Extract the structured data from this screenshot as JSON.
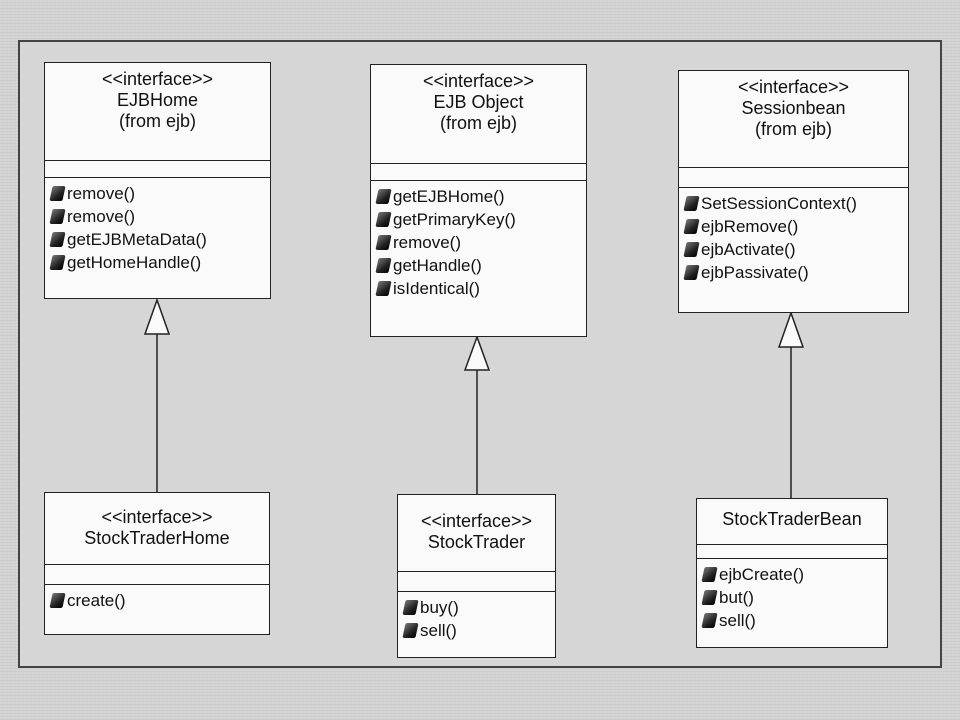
{
  "classes": {
    "ejbhome": {
      "stereotype": "<<interface>>",
      "name": "EJBHome",
      "package": "(from ejb)",
      "operations": [
        "remove()",
        "remove()",
        "getEJBMetaData()",
        "getHomeHandle()"
      ]
    },
    "ejbobject": {
      "stereotype": "<<interface>>",
      "name": "EJB Object",
      "package": "(from ejb)",
      "operations": [
        "getEJBHome()",
        "getPrimaryKey()",
        "remove()",
        "getHandle()",
        "isIdentical()"
      ]
    },
    "sessionbean": {
      "stereotype": "<<interface>>",
      "name": "Sessionbean",
      "package": "(from ejb)",
      "operations": [
        "SetSessionContext()",
        "ejbRemove()",
        "ejbActivate()",
        "ejbPassivate()"
      ]
    },
    "stocktraderhome": {
      "stereotype": "<<interface>>",
      "name": "StockTraderHome",
      "operations": [
        "create()"
      ]
    },
    "stocktrader": {
      "stereotype": "<<interface>>",
      "name": "StockTrader",
      "operations": [
        "buy()",
        "sell()"
      ]
    },
    "stocktraderbean": {
      "name": "StockTraderBean",
      "operations": [
        "ejbCreate()",
        "but()",
        "sell()"
      ]
    }
  },
  "icons": {
    "operation": "method-icon",
    "generalization": "hollow-triangle-arrow"
  },
  "colors": {
    "box_fill": "#fafafa",
    "line": "#222222",
    "background": "#d6d6d6"
  }
}
